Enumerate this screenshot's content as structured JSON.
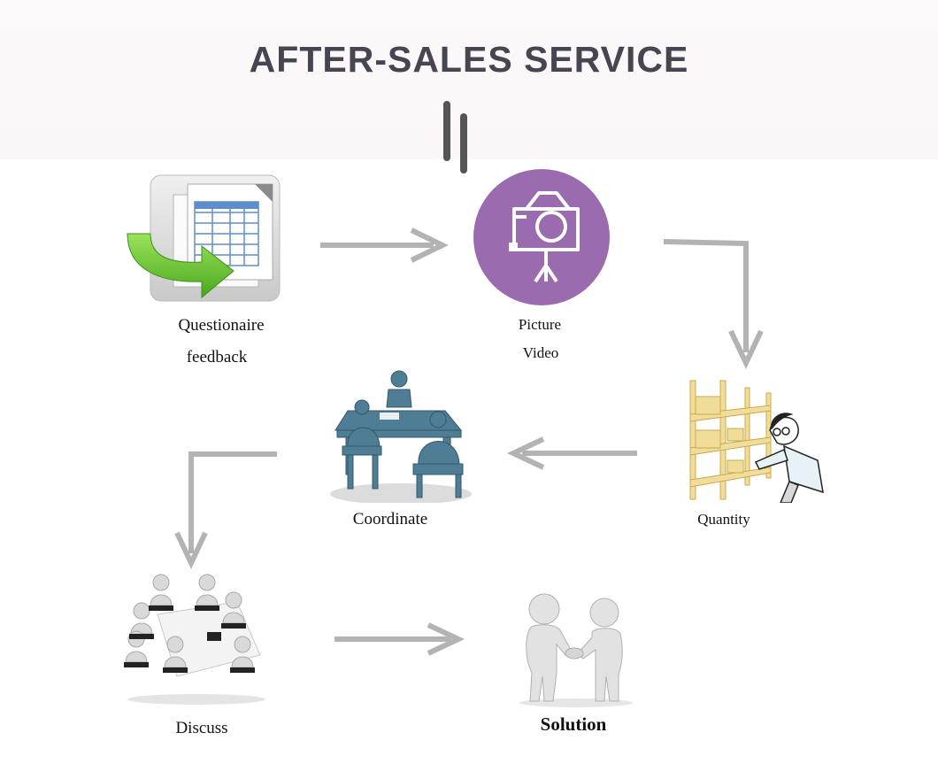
{
  "header": {
    "title": "AFTER-SALES SERVICE"
  },
  "steps": {
    "questionaire": {
      "line1": "Questionaire",
      "line2": "feedback",
      "icon": "spreadsheet-icon"
    },
    "picture": {
      "line1": "Picture",
      "line2": "Video",
      "icon": "camera-icon"
    },
    "quantity": {
      "label": "Quantity",
      "icon": "warehouse-worker-icon"
    },
    "coordinate": {
      "label": "Coordinate",
      "icon": "meeting-icon"
    },
    "discuss": {
      "label": "Discuss",
      "icon": "conference-table-icon"
    },
    "solution": {
      "label": "Solution",
      "icon": "handshake-icon"
    }
  },
  "colors": {
    "title": "#45464f",
    "arrow": "#b3b3b3",
    "camera_circle": "#9b6bb0",
    "green_arrow": "#6cc233",
    "meeting_blue": "#4f7d96",
    "shelf_yellow": "#f1dd9a"
  }
}
